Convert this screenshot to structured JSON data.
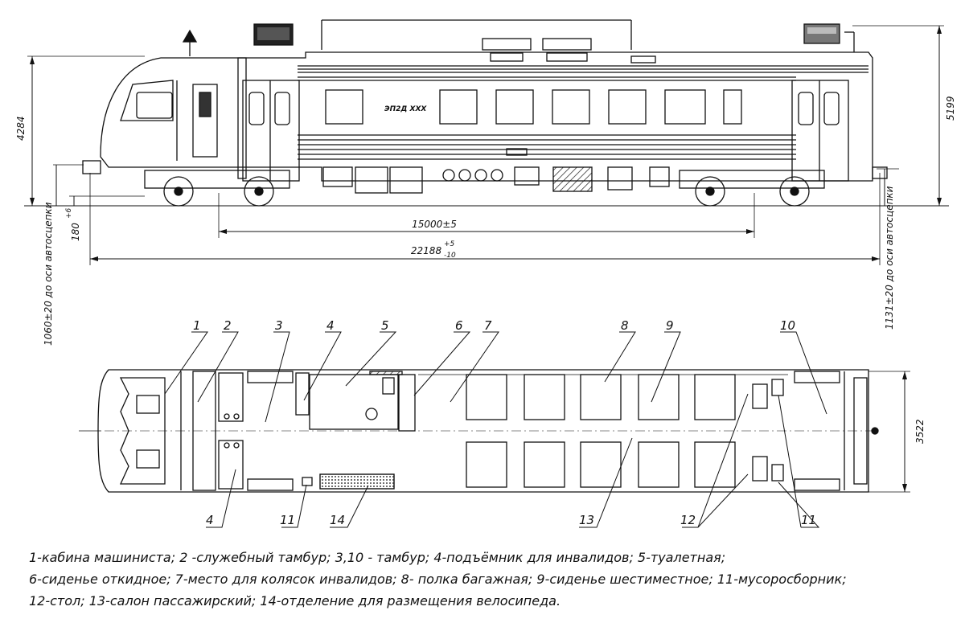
{
  "side_view": {
    "train_label": "ЭП2Д XXX",
    "dims": {
      "height_front": "4284",
      "height_rear": "5199",
      "coupler_front": "1060±20 до оси автосцепки",
      "coupler_rear": "1131±20 до оси автосцепки",
      "small_offset": "180",
      "small_offset_tol": "+6",
      "bogie_base": "15000±5",
      "total_length": "22188",
      "total_length_tol_upper": "+5",
      "total_length_tol_lower": "-10"
    }
  },
  "plan_view": {
    "width_dim": "3522",
    "callouts_top": [
      "1",
      "2",
      "3",
      "4",
      "5",
      "6",
      "7",
      "8",
      "9",
      "10"
    ],
    "callouts_bottom": [
      "4",
      "11",
      "14",
      "13",
      "12",
      "11"
    ]
  },
  "legend": {
    "line1": "1-кабина машиниста; 2 -служебный тамбур; 3,10 - тамбур; 4-подъёмник для инвалидов; 5-туалетная;",
    "line2": "6-сиденье откидное; 7-место для колясок инвалидов; 8- полка багажная; 9-сиденье шестиместное; 11-мусоросборник;",
    "line3": "12-стол; 13-салон пассажирский; 14-отделение для размещения велосипеда."
  }
}
